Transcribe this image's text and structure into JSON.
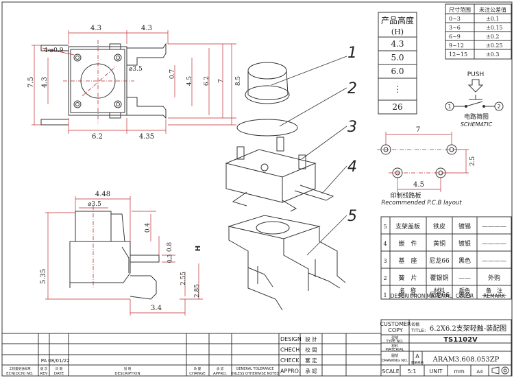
{
  "dimensions": {
    "top_left_half": "4.3",
    "top_right_half": "4.3",
    "hole_note": "4-⌀0.9",
    "circle_dia": "⌀3.5",
    "left_height": "7.5",
    "left_inner": "4.3",
    "pin_pitch_small": "0.7",
    "right_4_5": "4.5",
    "right_6_2": "6.2",
    "right_7": "7",
    "right_8_5": "8.5",
    "bottom_left": "6.2",
    "bottom_right": "4.35",
    "side_top": "4.48",
    "side_circle": "⌀3.5",
    "side_0_4": "0.4",
    "side_0_8": "0.8",
    "side_0_3": "0.3",
    "side_h_label": "H",
    "side_5_35": "5.35",
    "side_2_55": "2.55",
    "side_2_85": "2.85",
    "side_3_4": "3.4"
  },
  "height_table": {
    "header_line1": "产品高度",
    "header_line2": "(H)",
    "values": [
      "4.3",
      "5.0",
      "6.0",
      "⋮",
      "26"
    ]
  },
  "tolerance_table": {
    "headers": [
      "尺寸范围",
      "未注公差值"
    ],
    "rows": [
      [
        "0~3",
        "±0.1"
      ],
      [
        "3~6",
        "±0.15"
      ],
      [
        "6~9",
        "±0.2"
      ],
      [
        "9~12",
        "±0.25"
      ],
      [
        "12~15",
        "±0.3"
      ]
    ]
  },
  "schematic": {
    "push": "PUSH",
    "pin1": "1",
    "pin2": "2",
    "title_cn": "电路简图",
    "title_en": "SCHEMATIC"
  },
  "pcb": {
    "dim_7": "7",
    "dim_2_5": "2.5",
    "dim_4_5": "4.5",
    "title_cn": "印制线路板",
    "title_en": "Recommended P.C.B layout"
  },
  "callouts": [
    "1",
    "2",
    "3",
    "4",
    "5"
  ],
  "bom": {
    "rows": [
      [
        "5",
        "支架盖板",
        "铁皮",
        "镀锡",
        "————"
      ],
      [
        "4",
        "嵌　件",
        "黄铜",
        "镀银",
        "————"
      ],
      [
        "3",
        "基　座",
        "尼龙66",
        "黑色",
        "————"
      ],
      [
        "2",
        "簧　片",
        "覆银铜",
        "——",
        "外购"
      ],
      [
        "1",
        "帽　头",
        "尼龙66",
        "黑色",
        "————"
      ]
    ],
    "header_cn": [
      "名　称",
      "材料",
      "颜色",
      "备　注"
    ],
    "header_en": [
      "DESCRIPTION",
      "MATERIAL",
      "COLOR",
      "REMARK"
    ]
  },
  "title_block": {
    "customer_copy_1": "CUSTOMER",
    "customer_copy_2": "COPY",
    "title_label_cn": "名稱",
    "title_label_en": "TITLE:",
    "title_value": "6.2X6.2支架轻触-装配图",
    "type_label_cn": "型號",
    "type_label_en": "TYPE NO.",
    "type_value": "TS1102V",
    "material_label_cn": "材料",
    "material_label_en": "MATERIAL",
    "drawing_label_cn": "圖號",
    "drawing_label_en": "DRAWING NO.",
    "size_letter": "A",
    "size_cn": "圖紙規格",
    "drawing_no": "ARAM3.608.053ZP",
    "scale_label": "SCALE",
    "scale_value": "5:1",
    "unit_label": "UNIT",
    "unit_value": "mm",
    "paper": "A4",
    "design_en": "DESIGN",
    "design_cn": "設 計",
    "check_en": "CHECH",
    "check_cn": "校 閱",
    "check2_en": "CHECK",
    "check2_cn": "審 定",
    "appro_en": "APPRO.",
    "appro_cn": "承 認"
  },
  "revision_block": {
    "rev_value": "PA",
    "date_value": "08/01/22",
    "ecn_cn": "工程變更通知單",
    "ecn_en": "ECN(DCN) NO.",
    "rev_cn": "版 次",
    "rev_en": "REV",
    "date_cn": "日 期",
    "date_en": "DATE",
    "desc_cn": "說 明",
    "desc_en": "DESCRIPTION",
    "change_cn": "改 變",
    "change_en": "CHANGE",
    "appro_cn": "承 認",
    "appro_en": "APPRO.",
    "tol_line1": "GENERAL TOLERANCE",
    "tol_line2": "UNLESS OTHERWISE NOTED"
  }
}
